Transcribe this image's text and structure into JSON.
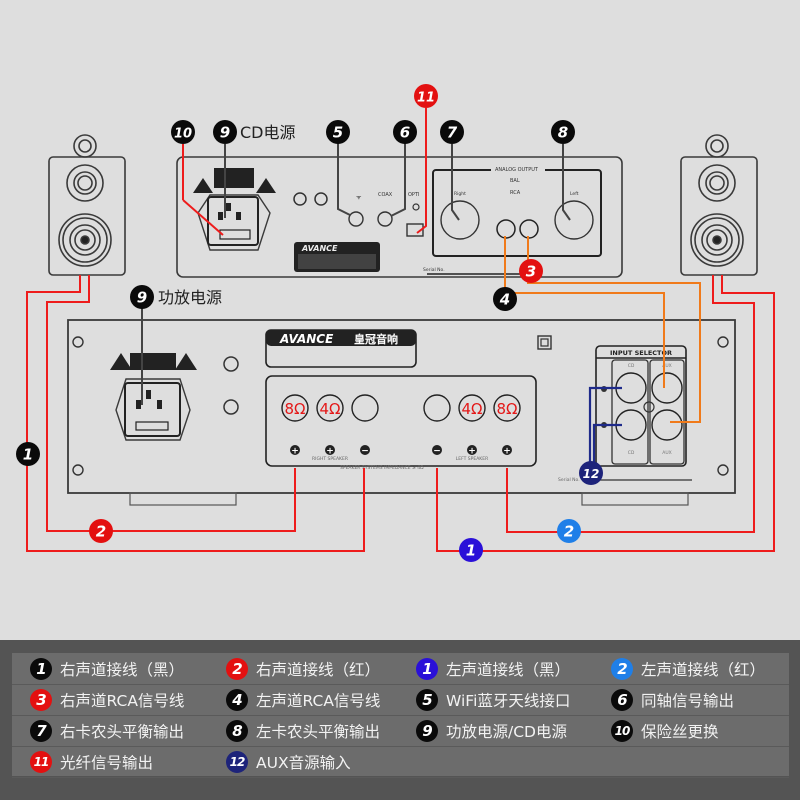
{
  "colors": {
    "background": "#dedede",
    "line_dark": "#3a3a3a",
    "wire_red": "#ee1c1c",
    "wire_orange": "#f07a1a",
    "wire_navy": "#1e2a8a",
    "badge_black": "#0a0a0a",
    "badge_red": "#e31010",
    "badge_violet": "#2a10d8",
    "badge_blue": "#1f7fe8",
    "badge_navy": "#1d237a",
    "legend_bg": "#545454",
    "legend_panel": "#6c6c6c",
    "impedance_red": "#e41818"
  },
  "callouts": {
    "cd_power": {
      "num": "9",
      "label": "CD电源"
    },
    "amp_power": {
      "num": "9",
      "label": "功放电源"
    },
    "fuse": {
      "num": "10"
    },
    "wifi": {
      "num": "5"
    },
    "coax": {
      "num": "6"
    },
    "optical": {
      "num": "11"
    },
    "xlr_right": {
      "num": "7"
    },
    "xlr_left": {
      "num": "8"
    },
    "rca_right": {
      "num": "3"
    },
    "rca_left": {
      "num": "4"
    },
    "right_black": {
      "num": "1"
    },
    "right_red": {
      "num": "2"
    },
    "left_black": {
      "num": "1"
    },
    "left_red": {
      "num": "2"
    },
    "aux": {
      "num": "12"
    }
  },
  "cd_player": {
    "brand": "AVANCE",
    "port_labels": {
      "wifi": "ᯤ",
      "coax": "COAX",
      "opti": "OPTI"
    },
    "analog_output": "ANALOG OUTPUT",
    "bal": "BAL",
    "rca": "RCA",
    "right": "Right",
    "left": "Left",
    "serial": "Serial No."
  },
  "amplifier": {
    "brand": "AVANCE",
    "brand_cn": "皇冠音响",
    "input_selector": "INPUT SELECTOR",
    "cd": "CD",
    "aux": "AUX",
    "right_speaker": "RIGHT SPEAKER",
    "left_speaker": "LEFT SPEAKER",
    "speaker_systems": "SPEAKER SYSTEMS IMPEDANCE ≥ 4Ω",
    "serial": "Serial No.",
    "imp_8": "8Ω",
    "imp_4": "4Ω",
    "plus": "+",
    "minus": "−"
  },
  "legend": [
    {
      "num": "1",
      "color": "#0a0a0a",
      "text": "右声道接线（黑）"
    },
    {
      "num": "2",
      "color": "#e31010",
      "text": "右声道接线（红）"
    },
    {
      "num": "1",
      "color": "#2a10d8",
      "text": "左声道接线（黑）"
    },
    {
      "num": "2",
      "color": "#1f7fe8",
      "text": "左声道接线（红）"
    },
    {
      "num": "3",
      "color": "#e31010",
      "text": "右声道RCA信号线"
    },
    {
      "num": "4",
      "color": "#0a0a0a",
      "text": "左声道RCA信号线"
    },
    {
      "num": "5",
      "color": "#0a0a0a",
      "text": "WiFi蓝牙天线接口"
    },
    {
      "num": "6",
      "color": "#0a0a0a",
      "text": "同轴信号输出"
    },
    {
      "num": "7",
      "color": "#0a0a0a",
      "text": "右卡农头平衡输出"
    },
    {
      "num": "8",
      "color": "#0a0a0a",
      "text": "左卡农头平衡输出"
    },
    {
      "num": "9",
      "color": "#0a0a0a",
      "text": "功放电源/CD电源"
    },
    {
      "num": "10",
      "color": "#0a0a0a",
      "text": "保险丝更换"
    },
    {
      "num": "11",
      "color": "#e31010",
      "text": "光纤信号输出"
    },
    {
      "num": "12",
      "color": "#1d237a",
      "text": "AUX音源输入"
    }
  ]
}
